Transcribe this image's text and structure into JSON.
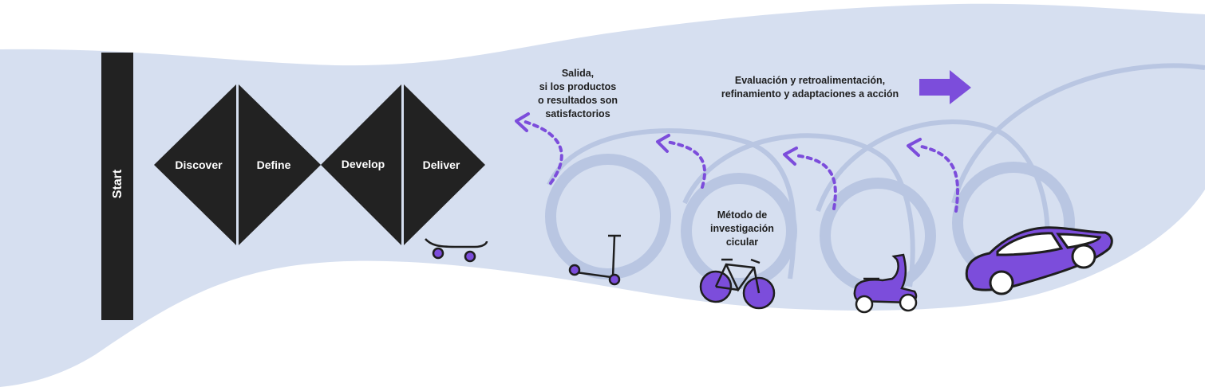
{
  "start": {
    "label": "Start"
  },
  "diamonds": [
    {
      "label": "Discover"
    },
    {
      "label": "Define"
    },
    {
      "label": "Develop"
    },
    {
      "label": "Deliver"
    }
  ],
  "annotations": {
    "exit": [
      "Salida,",
      "si los productos",
      "o resultados son",
      "satisfactorios"
    ],
    "feedback": [
      "Evaluación y retroalimentación,",
      "refinamiento y adaptaciones a acción"
    ],
    "method": [
      "Método de",
      "investigación",
      "cicular"
    ]
  },
  "vehicles": [
    {
      "name": "skateboard-icon"
    },
    {
      "name": "scooter-icon"
    },
    {
      "name": "bicycle-icon"
    },
    {
      "name": "moped-icon"
    },
    {
      "name": "car-icon"
    }
  ],
  "colors": {
    "band": "#d6dff0",
    "dark": "#222222",
    "accent": "#7c4ddb",
    "loop": "#b9c6e2",
    "text_light": "#ffffff",
    "text_dark": "#1e1e1e"
  }
}
